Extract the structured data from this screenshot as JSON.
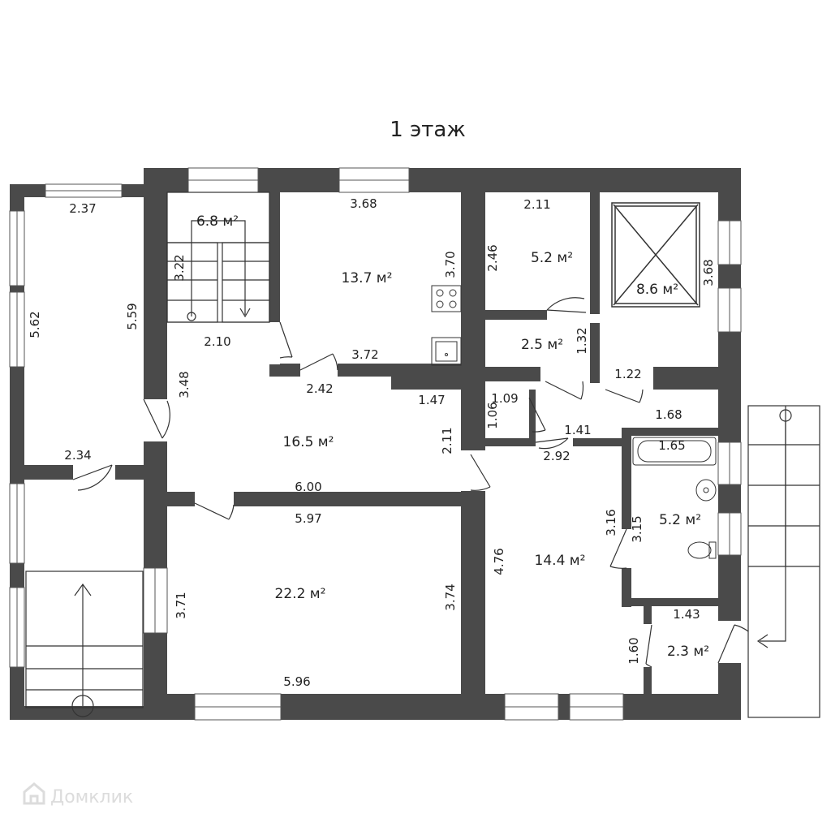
{
  "plan": {
    "title": "1 этаж",
    "watermark": "Домклик",
    "colors": {
      "wall": "#4a4a4a",
      "line": "#333333",
      "background": "#ffffff"
    },
    "areas": {
      "stairwell": "6.8 м²",
      "kitchen": "13.7 м²",
      "room_top_right": "5.2 м²",
      "room_shaft": "8.6 м²",
      "closet": "2.5 м²",
      "hall": "16.5 м²",
      "living": "22.2 м²",
      "room_right": "14.4 м²",
      "bathroom": "5.2 м²",
      "small_room": "2.3 м²"
    },
    "dims": {
      "veranda_top": "2.37",
      "veranda_left": "5.62",
      "veranda_right": "5.59",
      "veranda_bottom": "2.34",
      "stair_height": "3.22",
      "stair_bottom": "2.10",
      "kitchen_top": "3.68",
      "kitchen_right": "3.70",
      "kitchen_bottom": "3.72",
      "room_tr_top": "2.11",
      "room_tr_left": "2.46",
      "shaft_right": "3.68",
      "closet_right": "1.32",
      "corridor_top": "1.22",
      "hall_left": "3.48",
      "hall_mid": "2.42",
      "hall_step": "1.47",
      "hall_right": "2.11",
      "hall_bottom": "6.00",
      "niche_top": "1.09",
      "niche_left": "1.06",
      "niche_bottom": "1.41",
      "corridor_right": "1.68",
      "bath_top": "1.65",
      "bath_left": "3.15",
      "living_top": "5.97",
      "living_left": "3.71",
      "living_right": "3.74",
      "living_bottom": "5.96",
      "rr_top": "2.92",
      "rr_left": "4.76",
      "rr_right": "3.16",
      "small_top": "1.43",
      "small_left": "1.60"
    }
  }
}
